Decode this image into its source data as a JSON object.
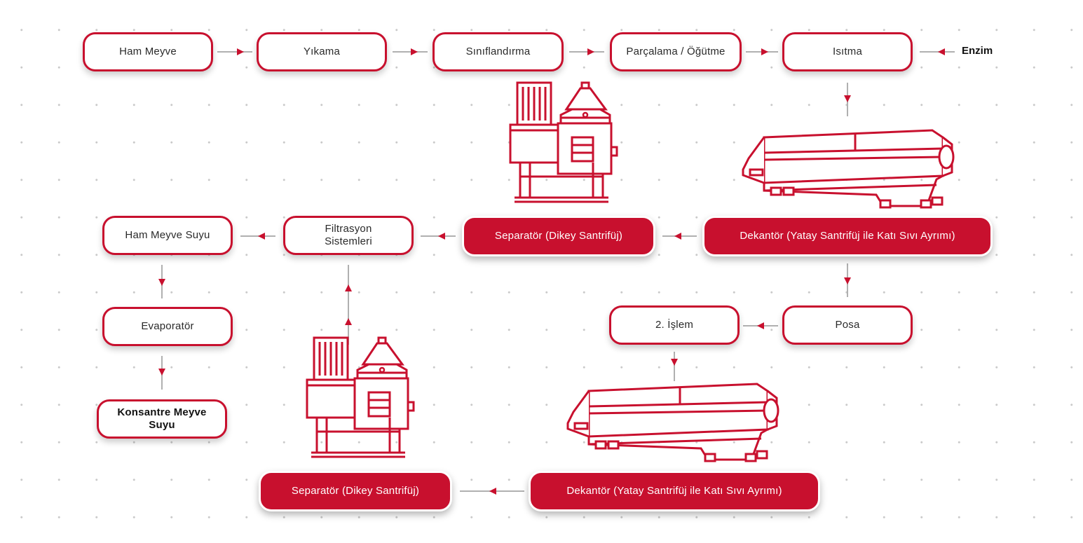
{
  "colors": {
    "accent": "#c8102e",
    "line": "#b0b0b0",
    "text": "#2a2a2a"
  },
  "nodes": {
    "ham_meyve": "Ham Meyve",
    "yikama": "Yıkama",
    "siniflandirma": "Sınıflandırma",
    "parcalama": "Parçalama / Öğütme",
    "isitma": "Isıtma",
    "enzim": "Enzim",
    "dekantor_1": "Dekantör (Yatay Santrifüj ile Katı Sıvı Ayrımı)",
    "separator_1": "Separatör (Dikey Santrifüj)",
    "filtrasyon_line1": "Filtrasyon",
    "filtrasyon_line2": "Sistemleri",
    "ham_meyve_suyu": "Ham Meyve Suyu",
    "evaporator": "Evaporatör",
    "konsantre_line1": "Konsantre Meyve",
    "konsantre_line2": "Suyu",
    "posa": "Posa",
    "islem_2": "2. İşlem",
    "dekantor_2": "Dekantör (Yatay Santrifüj ile Katı Sıvı Ayrımı)",
    "separator_2": "Separatör (Dikey Santrifüj)"
  },
  "illustrations": [
    "vertical-separator-machine",
    "horizontal-decanter-machine"
  ]
}
